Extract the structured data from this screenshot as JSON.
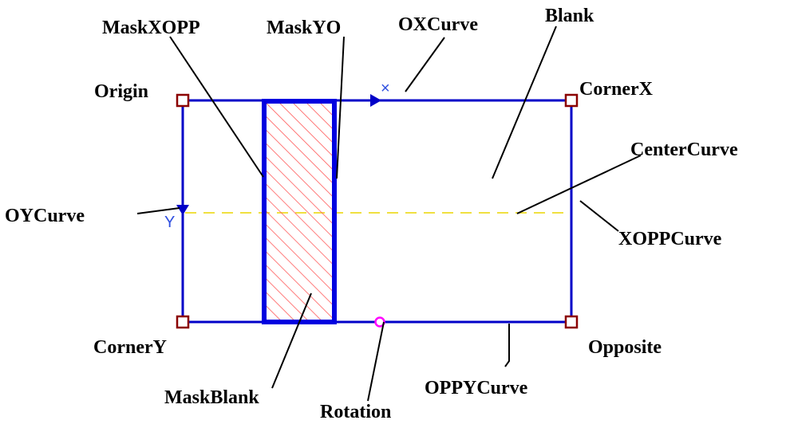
{
  "labels": {
    "origin": "Origin",
    "corner_x": "CornerX",
    "corner_y": "CornerY",
    "opposite": "Opposite",
    "mask_xopp": "MaskXOPP",
    "mask_yo": "MaskYO",
    "ox_curve": "OXCurve",
    "blank": "Blank",
    "center_curve": "CenterCurve",
    "oy_curve": "OYCurve",
    "xopp_curve": "XOPPCurve",
    "mask_blank": "MaskBlank",
    "rotation": "Rotation",
    "oppy_curve": "OPPYCurve"
  },
  "axis_markers": {
    "x": "×",
    "y": "Y"
  },
  "colors": {
    "rectangle": "#0000c8",
    "mask_border": "#0000e0",
    "hatch": "#ff5a5a",
    "center_line": "#f0e040",
    "corner_marker": "#8b0000",
    "rotation_marker": "#ff00ff",
    "axis_glyph": "#3050e0"
  }
}
